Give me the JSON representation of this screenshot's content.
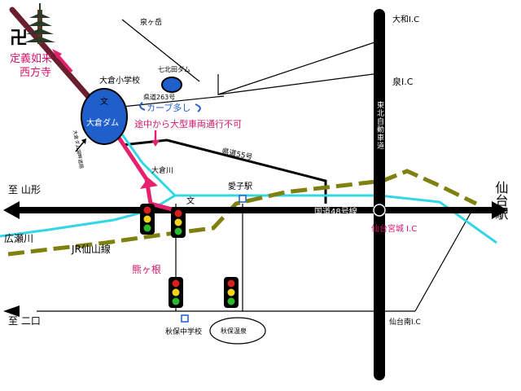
{
  "temple": {
    "symbol": "卍",
    "name_line1": "定義如来",
    "name_line2": "西方寺"
  },
  "labels": {
    "izumigatake": "泉ヶ岳",
    "okura_elementary": "大倉小学校",
    "nanakitada_dam": "七北田ダム",
    "okura_dam": "大倉ダム",
    "route263": "県道263号",
    "many_curves": "カーブ多し",
    "no_large_vehicles": "途中から大型車両通行不可",
    "route55": "県道55号",
    "okura_river": "大倉川",
    "ayashi_station": "愛子駅",
    "route48": "国道48号線",
    "to_yamagata": "至 山形",
    "hirose_river": "広瀬川",
    "jr_senzan_line": "JR仙山線",
    "kumagane": "熊ヶ根",
    "akiu_junior_high": "秋保中学校",
    "akiu_onsen": "秋保温泉",
    "to_futakuchi": "至 二口",
    "sendai_minami_ic": "仙台南I.C",
    "sendai_miyagi_ic": "仙台宮城 I.C",
    "expressway": "東北自動車道",
    "taiwa_ic": "大和I.C",
    "izumi_ic": "泉I.C",
    "sendai_station": "仙台駅",
    "school_symbol": "文",
    "lakeside_road": "大倉ダム湖畔道路"
  },
  "colors": {
    "expressway": "#000000",
    "river": "#33d6e6",
    "rail": "#808010",
    "dam": "#1f5fcc",
    "route_to_temple": "#6b1f2e",
    "access_route": "#e6226e",
    "label_pink": "#d4156b",
    "caution_blue": "#1f5fcc",
    "signal_red": "#d61f1f",
    "signal_yellow": "#f2d41f",
    "signal_green": "#2eb82e"
  }
}
